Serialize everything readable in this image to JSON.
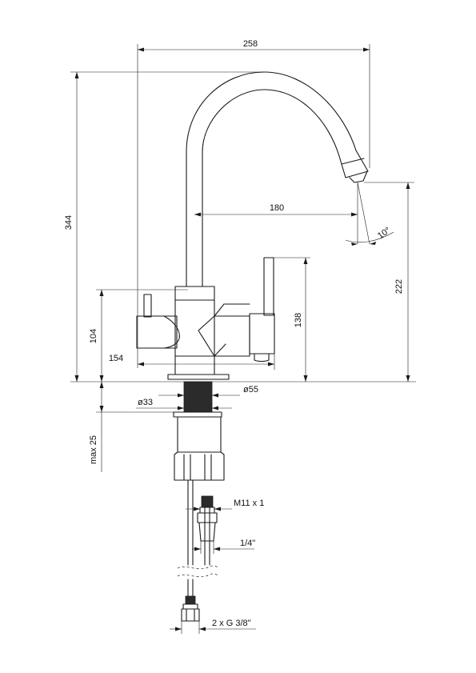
{
  "dimensions": {
    "width_total": "258",
    "height_total": "344",
    "spout_reach": "180",
    "angle": "10°",
    "spout_height": "222",
    "lever_height": "138",
    "body_height": "104",
    "body_width": "154",
    "base_diameter": "ø55",
    "shank_diameter": "ø33",
    "max_thickness": "max 25",
    "thread": "M11 x 1",
    "hose": "1/4\"",
    "connection": "2 x G 3/8\""
  },
  "colors": {
    "line": "#1a1a1a",
    "shank": "#2b2b2b"
  }
}
